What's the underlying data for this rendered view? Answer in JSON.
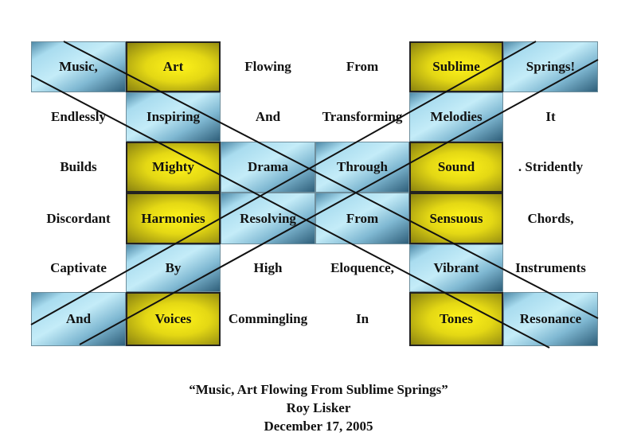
{
  "grid": {
    "rows": [
      [
        {
          "w": "Music,",
          "t": "blue"
        },
        {
          "w": "Art",
          "t": "yellow"
        },
        {
          "w": "Flowing",
          "t": "plain"
        },
        {
          "w": "From",
          "t": "plain"
        },
        {
          "w": "Sublime",
          "t": "yellow"
        },
        {
          "w": "Springs!",
          "t": "blue"
        }
      ],
      [
        {
          "w": "Endlessly",
          "t": "plain"
        },
        {
          "w": "Inspiring",
          "t": "blue"
        },
        {
          "w": "And",
          "t": "plain"
        },
        {
          "w": "Transforming",
          "t": "plain"
        },
        {
          "w": "Melodies",
          "t": "blue"
        },
        {
          "w": "It",
          "t": "plain"
        }
      ],
      [
        {
          "w": "Builds",
          "t": "plain"
        },
        {
          "w": "Mighty",
          "t": "yellow"
        },
        {
          "w": "Drama",
          "t": "blue"
        },
        {
          "w": "Through",
          "t": "blue"
        },
        {
          "w": "Sound",
          "t": "yellow"
        },
        {
          "w": ". Stridently",
          "t": "plain"
        }
      ],
      [
        {
          "w": "Discordant",
          "t": "plain"
        },
        {
          "w": "Harmonies",
          "t": "yellow"
        },
        {
          "w": "Resolving",
          "t": "blue"
        },
        {
          "w": "From",
          "t": "blue"
        },
        {
          "w": "Sensuous",
          "t": "yellow"
        },
        {
          "w": "Chords,",
          "t": "plain"
        }
      ],
      [
        {
          "w": "Captivate",
          "t": "plain"
        },
        {
          "w": "By",
          "t": "blue"
        },
        {
          "w": "High",
          "t": "plain"
        },
        {
          "w": "Eloquence,",
          "t": "plain"
        },
        {
          "w": "Vibrant",
          "t": "blue"
        },
        {
          "w": "Instruments",
          "t": "plain"
        }
      ],
      [
        {
          "w": "And",
          "t": "blue"
        },
        {
          "w": "Voices",
          "t": "yellow"
        },
        {
          "w": "Commingling",
          "t": "plain"
        },
        {
          "w": "In",
          "t": "plain"
        },
        {
          "w": "Tones",
          "t": "yellow"
        },
        {
          "w": "Resonance",
          "t": "blue"
        }
      ]
    ]
  },
  "caption": {
    "title": "“Music, Art Flowing From Sublime Springs”",
    "author": "Roy Lisker",
    "date": "December 17,  2005"
  }
}
